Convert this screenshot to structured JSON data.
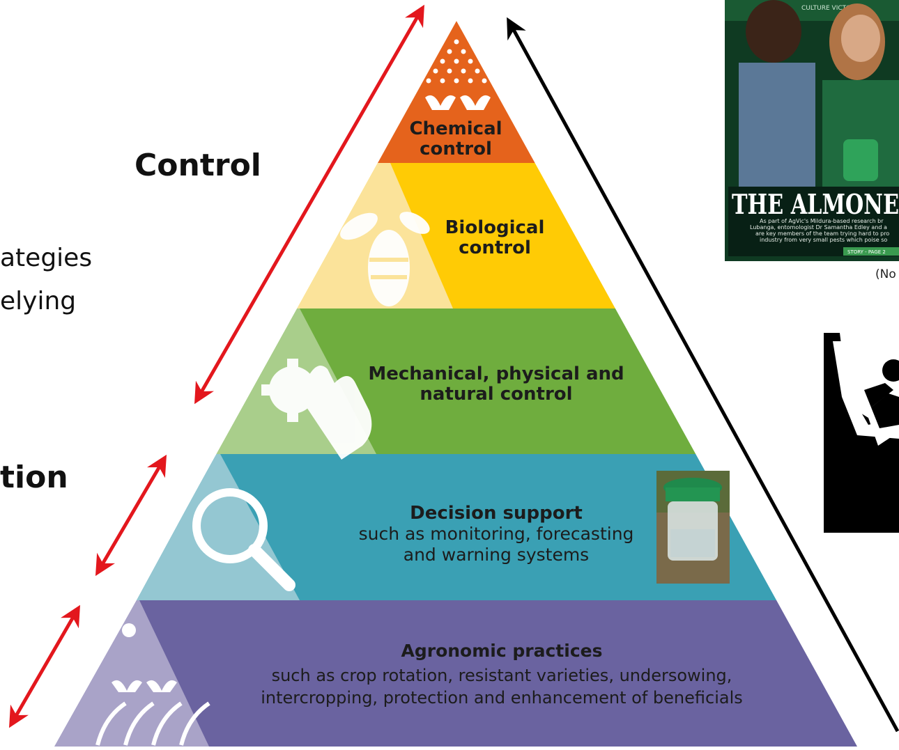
{
  "side_labels": {
    "control": "Control",
    "prevention_fragment": "tion",
    "strategies_fragment": "ategies",
    "relying_fragment": "elying"
  },
  "pyramid": {
    "tiers": [
      {
        "id": "chemical",
        "title_lines": [
          "Chemical",
          "control"
        ],
        "subtitle_lines": [],
        "color": "#E5631C",
        "light": "#F39A5E"
      },
      {
        "id": "biological",
        "title_lines": [
          "Biological",
          "control"
        ],
        "subtitle_lines": [],
        "color": "#FFCB05",
        "light": "#FBE39A"
      },
      {
        "id": "mechanical",
        "title_lines": [
          "Mechanical, physical and",
          "natural control"
        ],
        "subtitle_lines": [],
        "color": "#6FAD3E",
        "light": "#A9CE8B"
      },
      {
        "id": "decision",
        "title_lines": [
          "Decision support"
        ],
        "subtitle_lines": [
          "such as monitoring, forecasting",
          "and warning systems"
        ],
        "color": "#3AA0B4",
        "light": "#94C7D2"
      },
      {
        "id": "agronomic",
        "title_lines": [
          "Agronomic practices"
        ],
        "subtitle_lines": [
          "such as crop rotation, resistant varieties, undersowing,",
          "intercropping, protection and enhancement of beneficials"
        ],
        "color": "#6A63A0",
        "light": "#A9A3C8"
      }
    ]
  },
  "magazine": {
    "masthead": "THE ALMONE",
    "header_fragment": "CULTURE VICTORIA",
    "blurb_lines": [
      "As part of AgVic's Mildura-based research br",
      "Lubanga, entomologist Dr Samantha Edley and a",
      "are key members of the team trying hard to pro",
      "industry from very small pests which poise so"
    ],
    "story_tag": "STORY - PAGE 2",
    "caption": "(No"
  },
  "icons": {
    "top": "shower-dots-icon",
    "biological": "bee-icon",
    "mechanical": "gear-hand-icon",
    "decision": "magnifier-icon",
    "agronomic": "field-sprout-icon",
    "trap_photo": "pest-trap-photo",
    "climber": "mountain-climber-icon"
  }
}
